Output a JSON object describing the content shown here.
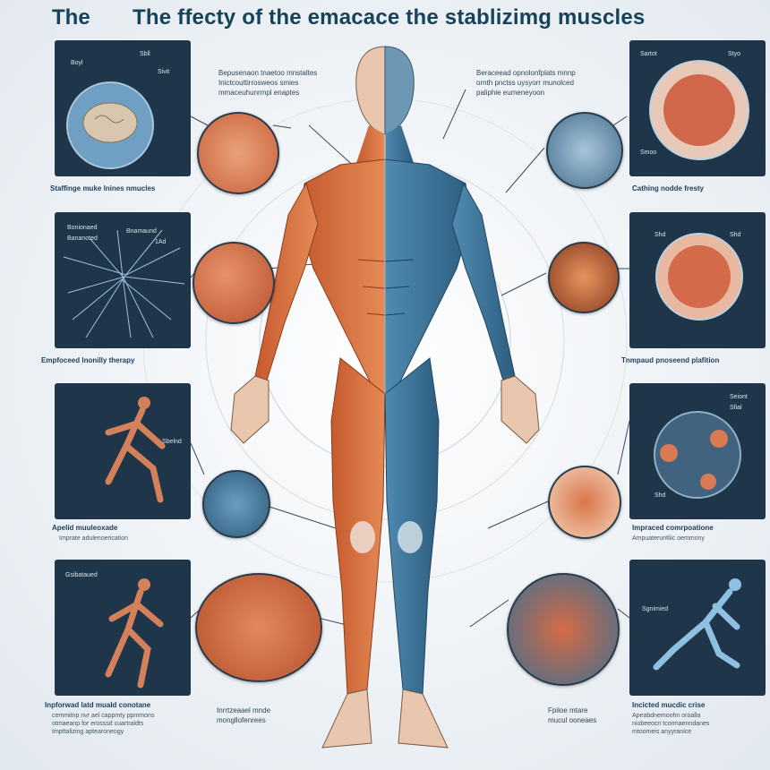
{
  "title": {
    "prefix": "The",
    "main": "The ffecty of the emacace the stablizimg muscles"
  },
  "top_notes": {
    "left": [
      "Bepusenaon tnaetoo mnstaltes",
      "Inictcouttirrosweos smies",
      "mmaceuhunrmpl enaptes"
    ],
    "right": [
      "Beraceead opnolonfplats mnnp",
      "ornth pnctss uysyorr munolced",
      "paliphie eumeneyoon"
    ]
  },
  "left_panels": [
    {
      "caption": "Staffinge muke lnines nmucles",
      "labels": [
        "Boyl",
        "Sbll",
        "Sivit"
      ]
    },
    {
      "caption": "Empfoceed lnonilly therapy",
      "labels": [
        "Bonionaed",
        "Bananoted",
        "Bnamaund",
        "1Ad"
      ]
    },
    {
      "caption": "Apelid muuleoxade",
      "subs": [
        "Imprate adulenoerication"
      ],
      "labels": [
        "Sbelnd"
      ]
    },
    {
      "caption": "Inpforwad latd muald conotane",
      "subs": [
        "cemmitnp nvr ael cappmty ppmmons",
        "otmaeanp for erosssd cuartraldts",
        "Impttalizing aptearoneogy"
      ],
      "labels": [
        "Gsibataued"
      ]
    }
  ],
  "right_panels": [
    {
      "caption": "Cathing nodde fresty",
      "labels": [
        "Sartot",
        "Styo",
        "Smoo"
      ]
    },
    {
      "caption": "Tnmpaud pnoseend plafition",
      "labels": [
        "Shd",
        "Shd"
      ]
    },
    {
      "caption": "Impraced comrpoatione",
      "subs": [
        "Ampuateruntliic oemmony"
      ],
      "labels": [
        "Seiont",
        "Sfial",
        "Shd"
      ]
    },
    {
      "caption": "Incicted mucdic crise",
      "subs": [
        "Apeabdnemoohn oroalla",
        "niobeeocn tcormaenndanes",
        "mtoomeis anyyranice"
      ],
      "labels": [
        "Sgnimied"
      ]
    }
  ],
  "bottom_notes": {
    "left": [
      "Inrrtzeaael mnde",
      "mongllofenrees"
    ],
    "right": [
      "Fpiloe mtare",
      "mucul ooneaes"
    ]
  },
  "colors": {
    "panel": "#1f3549",
    "muscle": "#d9703f",
    "muscle_blue": "#3f7aa0",
    "title": "#16435a"
  }
}
